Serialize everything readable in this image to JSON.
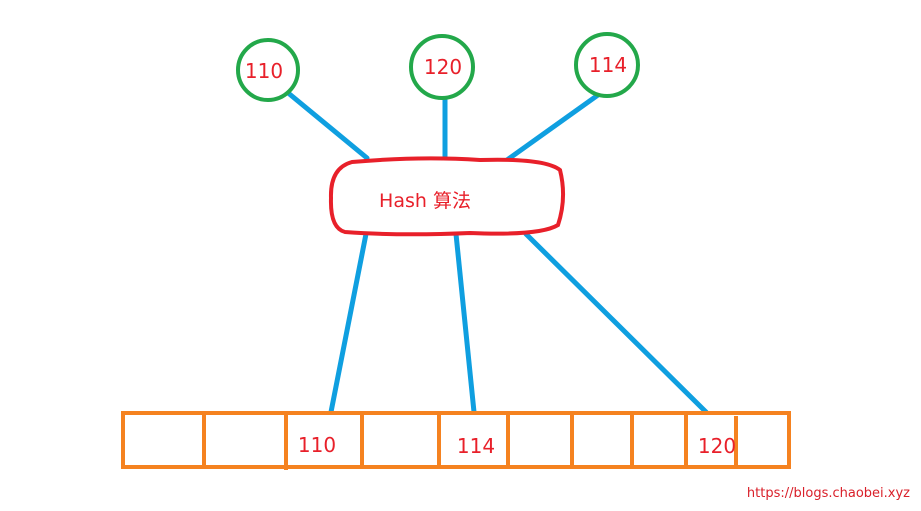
{
  "hash_box": {
    "label": "Hash 算法"
  },
  "keys": [
    "110",
    "120",
    "114"
  ],
  "slot_labels": [
    "110",
    "114",
    "120"
  ],
  "watermark": "https://blogs.chaobei.xyz",
  "colors": {
    "key_circle": "#23a84a",
    "hash_box": "#e8202a",
    "connector": "#0f9fe0",
    "array": "#f58220",
    "label_text": "#e8202a"
  }
}
